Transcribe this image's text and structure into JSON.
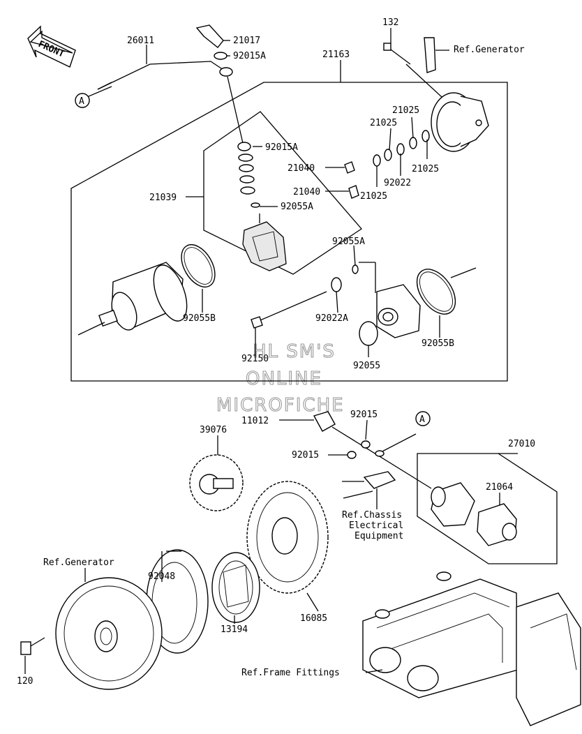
{
  "orientation": {
    "front_label": "FRONT"
  },
  "watermark": [
    "HL SM'S",
    "ONLINE",
    "MICROFICHE"
  ],
  "references": {
    "ref_a": "A",
    "ref_a2": "A",
    "ref_generator_top": "Ref.Generator",
    "ref_generator_bottom": "Ref.Generator",
    "ref_chassis_line1": "Ref.Chassis",
    "ref_chassis_line2": "Electrical",
    "ref_chassis_line3": "Equipment",
    "ref_frame": "Ref.Frame Fittings"
  },
  "parts": {
    "p26011": "26011",
    "p21017": "21017",
    "p92015A_top": "92015A",
    "p21163": "21163",
    "p132": "132",
    "p21025_a": "21025",
    "p21025_b": "21025",
    "p21025_c": "21025",
    "p21025_d": "21025",
    "p92022": "92022",
    "p92015A_mid": "92015A",
    "p21040_a": "21040",
    "p21040_b": "21040",
    "p21039": "21039",
    "p92055A_left": "92055A",
    "p92055A_right": "92055A",
    "p92055B_left": "92055B",
    "p92022A": "92022A",
    "p92055": "92055",
    "p92055B_right": "92055B",
    "p92150": "92150",
    "p11012": "11012",
    "p92015_a": "92015",
    "p92015_b": "92015",
    "p39076": "39076",
    "p27010": "27010",
    "p21064": "21064",
    "p92048": "92048",
    "p13194": "13194",
    "p16085": "16085",
    "p120": "120"
  }
}
